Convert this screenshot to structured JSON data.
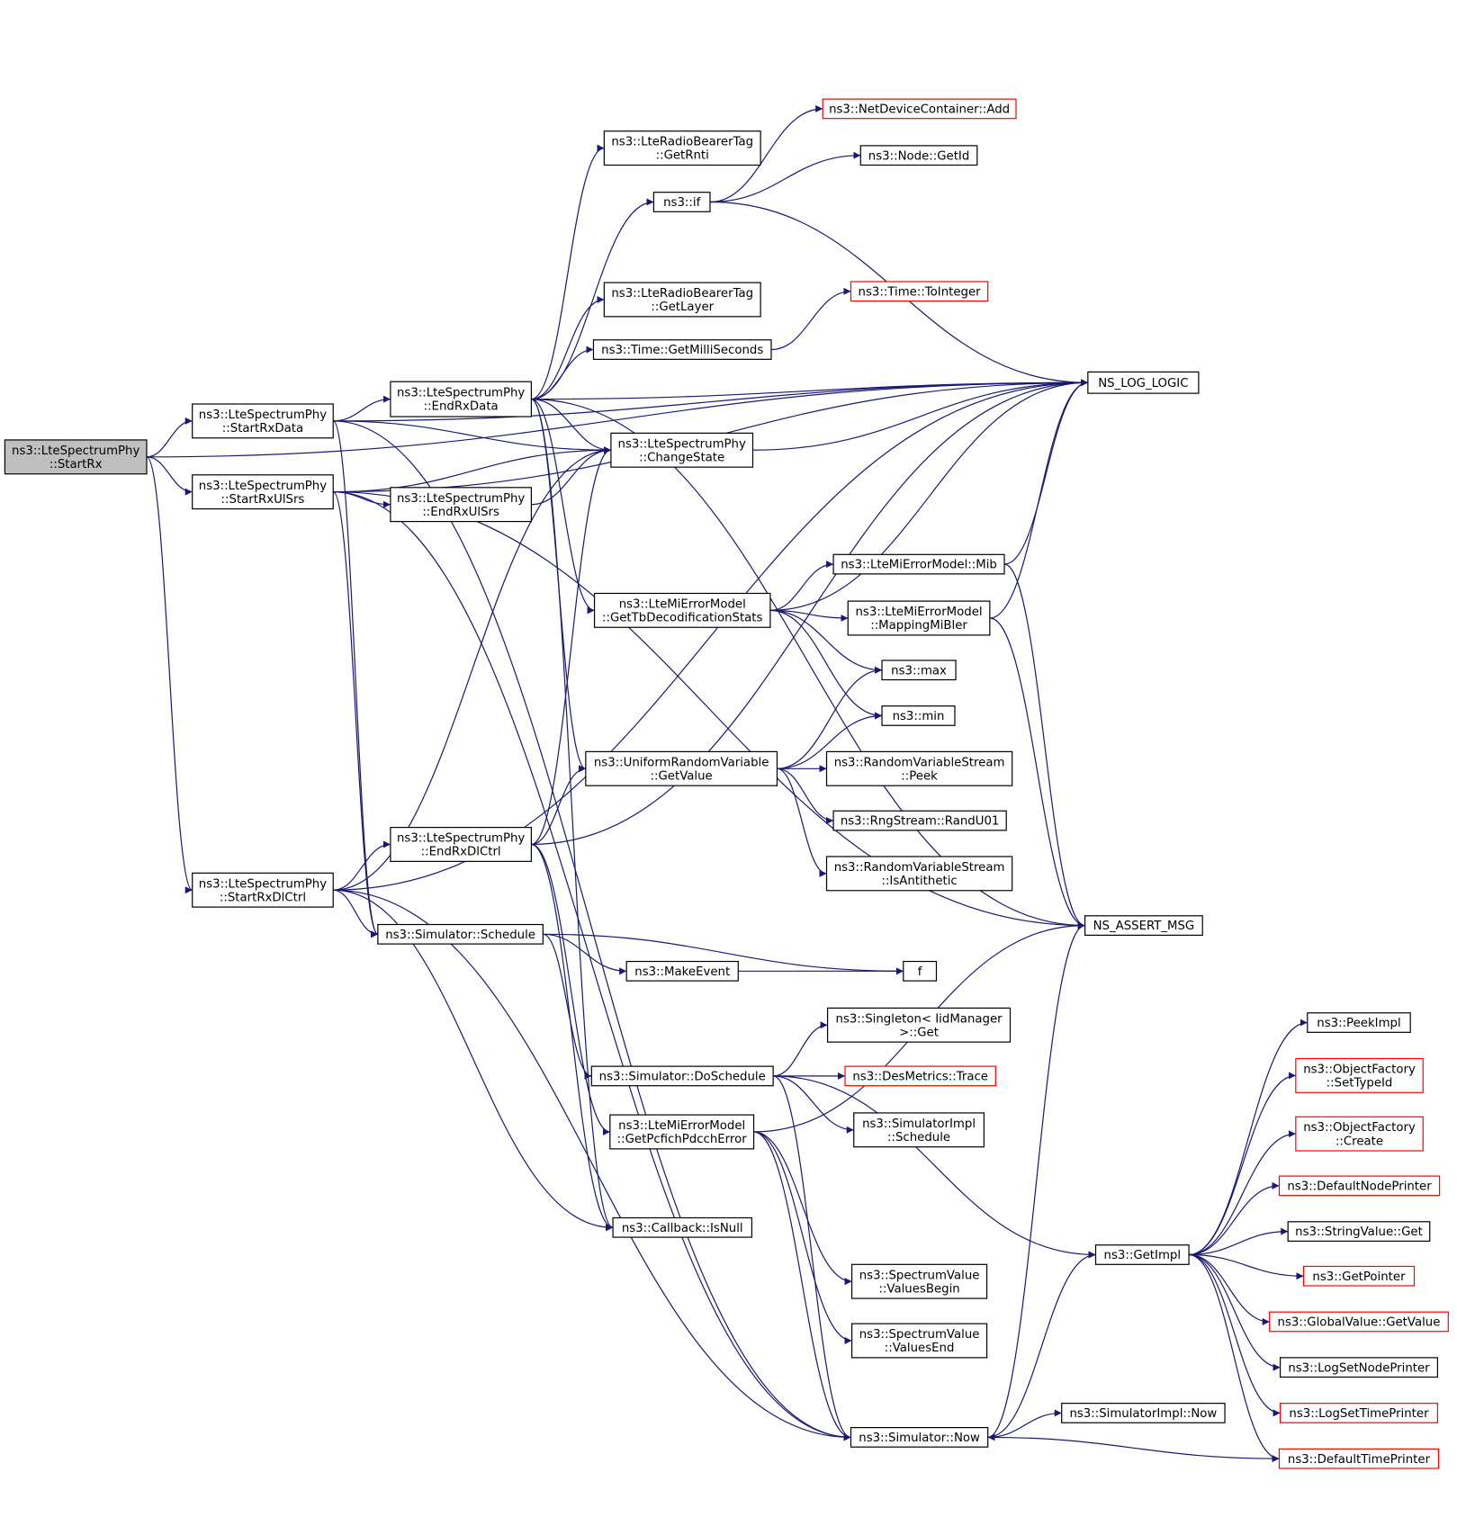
{
  "colors": {
    "edge": "#191970",
    "node_fill": "#ffffff",
    "root_fill": "#bfbfbf",
    "node_border": "#000000",
    "linked_border": "#ff0000"
  },
  "root": "StartRx",
  "nodes": [
    {
      "id": "StartRx",
      "lines": [
        "ns3::LteSpectrumPhy",
        "::StartRx"
      ]
    },
    {
      "id": "StartRxData",
      "lines": [
        "ns3::LteSpectrumPhy",
        "::StartRxData"
      ]
    },
    {
      "id": "StartRxUlSrs",
      "lines": [
        "ns3::LteSpectrumPhy",
        "::StartRxUlSrs"
      ]
    },
    {
      "id": "StartRxDlCtrl",
      "lines": [
        "ns3::LteSpectrumPhy",
        "::StartRxDlCtrl"
      ]
    },
    {
      "id": "EndRxData",
      "lines": [
        "ns3::LteSpectrumPhy",
        "::EndRxData"
      ]
    },
    {
      "id": "EndRxUlSrs",
      "lines": [
        "ns3::LteSpectrumPhy",
        "::EndRxUlSrs"
      ]
    },
    {
      "id": "EndRxDlCtrl",
      "lines": [
        "ns3::LteSpectrumPhy",
        "::EndRxDlCtrl"
      ]
    },
    {
      "id": "SimSchedule",
      "lines": [
        "ns3::Simulator::Schedule"
      ]
    },
    {
      "id": "GetRnti",
      "lines": [
        "ns3::LteRadioBearerTag",
        "::GetRnti"
      ]
    },
    {
      "id": "If",
      "lines": [
        "ns3::if"
      ]
    },
    {
      "id": "GetLayer",
      "lines": [
        "ns3::LteRadioBearerTag",
        "::GetLayer"
      ]
    },
    {
      "id": "GetMilliSeconds",
      "lines": [
        "ns3::Time::GetMilliSeconds"
      ]
    },
    {
      "id": "ChangeState",
      "lines": [
        "ns3::LteSpectrumPhy",
        "::ChangeState"
      ]
    },
    {
      "id": "GetTbStats",
      "lines": [
        "ns3::LteMiErrorModel",
        "::GetTbDecodificationStats"
      ]
    },
    {
      "id": "UniformGetValue",
      "lines": [
        "ns3::UniformRandomVariable",
        "::GetValue"
      ]
    },
    {
      "id": "MakeEvent",
      "lines": [
        "ns3::MakeEvent"
      ]
    },
    {
      "id": "DoSchedule",
      "lines": [
        "ns3::Simulator::DoSchedule"
      ]
    },
    {
      "id": "GetPcfich",
      "lines": [
        "ns3::LteMiErrorModel",
        "::GetPcfichPdcchError"
      ]
    },
    {
      "id": "IsNull",
      "lines": [
        "ns3::Callback::IsNull"
      ]
    },
    {
      "id": "NetDevAdd",
      "lines": [
        "ns3::NetDeviceContainer::Add"
      ],
      "linked": true
    },
    {
      "id": "NodeGetId",
      "lines": [
        "ns3::Node::GetId"
      ]
    },
    {
      "id": "ToInteger",
      "lines": [
        "ns3::Time::ToInteger"
      ],
      "linked": true
    },
    {
      "id": "Mib",
      "lines": [
        "ns3::LteMiErrorModel::Mib"
      ]
    },
    {
      "id": "MappingMiBler",
      "lines": [
        "ns3::LteMiErrorModel",
        "::MappingMiBler"
      ]
    },
    {
      "id": "Max",
      "lines": [
        "ns3::max"
      ]
    },
    {
      "id": "Min",
      "lines": [
        "ns3::min"
      ]
    },
    {
      "id": "RvsPeek",
      "lines": [
        "ns3::RandomVariableStream",
        "::Peek"
      ]
    },
    {
      "id": "RandU01",
      "lines": [
        "ns3::RngStream::RandU01"
      ]
    },
    {
      "id": "IsAntithetic",
      "lines": [
        "ns3::RandomVariableStream",
        "::IsAntithetic"
      ]
    },
    {
      "id": "F",
      "lines": [
        "f"
      ]
    },
    {
      "id": "SingletonGet",
      "lines": [
        "ns3::Singleton< IidManager",
        " >::Get"
      ]
    },
    {
      "id": "DesTrace",
      "lines": [
        "ns3::DesMetrics::Trace"
      ],
      "linked": true
    },
    {
      "id": "ImplSchedule",
      "lines": [
        "ns3::SimulatorImpl",
        "::Schedule"
      ]
    },
    {
      "id": "ValuesBegin",
      "lines": [
        "ns3::SpectrumValue",
        "::ValuesBegin"
      ]
    },
    {
      "id": "ValuesEnd",
      "lines": [
        "ns3::SpectrumValue",
        "::ValuesEnd"
      ]
    },
    {
      "id": "SimNow",
      "lines": [
        "ns3::Simulator::Now"
      ]
    },
    {
      "id": "NsLogLogic",
      "lines": [
        "NS_LOG_LOGIC"
      ]
    },
    {
      "id": "NsAssertMsg",
      "lines": [
        "NS_ASSERT_MSG"
      ]
    },
    {
      "id": "GetImpl",
      "lines": [
        "ns3::GetImpl"
      ]
    },
    {
      "id": "ImplNow",
      "lines": [
        "ns3::SimulatorImpl::Now"
      ]
    },
    {
      "id": "PeekImpl",
      "lines": [
        "ns3::PeekImpl"
      ]
    },
    {
      "id": "OfSetTypeId",
      "lines": [
        "ns3::ObjectFactory",
        "::SetTypeId"
      ],
      "linked": true
    },
    {
      "id": "OfCreate",
      "lines": [
        "ns3::ObjectFactory",
        "::Create"
      ],
      "linked": true
    },
    {
      "id": "DefNodePrinter",
      "lines": [
        "ns3::DefaultNodePrinter"
      ],
      "linked": true
    },
    {
      "id": "StringValueGet",
      "lines": [
        "ns3::StringValue::Get"
      ]
    },
    {
      "id": "GetPointer",
      "lines": [
        "ns3::GetPointer"
      ],
      "linked": true
    },
    {
      "id": "GlobalGetValue",
      "lines": [
        "ns3::GlobalValue::GetValue"
      ],
      "linked": true
    },
    {
      "id": "LogSetNodePrinter",
      "lines": [
        "ns3::LogSetNodePrinter"
      ]
    },
    {
      "id": "LogSetTimePrinter",
      "lines": [
        "ns3::LogSetTimePrinter"
      ],
      "linked": true
    },
    {
      "id": "DefTimePrinter",
      "lines": [
        "ns3::DefaultTimePrinter"
      ],
      "linked": true
    }
  ],
  "edges": [
    [
      "StartRx",
      "StartRxData"
    ],
    [
      "StartRx",
      "StartRxUlSrs"
    ],
    [
      "StartRx",
      "StartRxDlCtrl"
    ],
    [
      "StartRx",
      "NsLogLogic"
    ],
    [
      "StartRxData",
      "EndRxData"
    ],
    [
      "StartRxData",
      "NsLogLogic"
    ],
    [
      "StartRxData",
      "ChangeState"
    ],
    [
      "StartRxData",
      "SimSchedule"
    ],
    [
      "StartRxData",
      "SimNow"
    ],
    [
      "StartRxUlSrs",
      "EndRxUlSrs"
    ],
    [
      "StartRxUlSrs",
      "ChangeState"
    ],
    [
      "StartRxUlSrs",
      "NsLogLogic"
    ],
    [
      "StartRxUlSrs",
      "SimSchedule"
    ],
    [
      "StartRxUlSrs",
      "SimNow"
    ],
    [
      "StartRxUlSrs",
      "NsAssertMsg"
    ],
    [
      "StartRxDlCtrl",
      "EndRxDlCtrl"
    ],
    [
      "StartRxDlCtrl",
      "SimSchedule"
    ],
    [
      "StartRxDlCtrl",
      "IsNull"
    ],
    [
      "StartRxDlCtrl",
      "SimNow"
    ],
    [
      "StartRxDlCtrl",
      "ChangeState"
    ],
    [
      "StartRxDlCtrl",
      "NsLogLogic"
    ],
    [
      "EndRxData",
      "GetRnti"
    ],
    [
      "EndRxData",
      "If"
    ],
    [
      "EndRxData",
      "GetLayer"
    ],
    [
      "EndRxData",
      "GetMilliSeconds"
    ],
    [
      "EndRxData",
      "NsLogLogic"
    ],
    [
      "EndRxData",
      "ChangeState"
    ],
    [
      "EndRxData",
      "GetTbStats"
    ],
    [
      "EndRxData",
      "UniformGetValue"
    ],
    [
      "EndRxData",
      "NsAssertMsg"
    ],
    [
      "EndRxData",
      "IsNull"
    ],
    [
      "EndRxUlSrs",
      "ChangeState"
    ],
    [
      "EndRxDlCtrl",
      "UniformGetValue"
    ],
    [
      "EndRxDlCtrl",
      "ChangeState"
    ],
    [
      "EndRxDlCtrl",
      "NsLogLogic"
    ],
    [
      "EndRxDlCtrl",
      "GetPcfich"
    ],
    [
      "EndRxDlCtrl",
      "IsNull"
    ],
    [
      "SimSchedule",
      "MakeEvent"
    ],
    [
      "SimSchedule",
      "F"
    ],
    [
      "SimSchedule",
      "DoSchedule"
    ],
    [
      "If",
      "NetDevAdd"
    ],
    [
      "If",
      "NodeGetId"
    ],
    [
      "If",
      "NsLogLogic"
    ],
    [
      "GetMilliSeconds",
      "ToInteger"
    ],
    [
      "ChangeState",
      "NsLogLogic"
    ],
    [
      "GetTbStats",
      "Mib"
    ],
    [
      "GetTbStats",
      "MappingMiBler"
    ],
    [
      "GetTbStats",
      "Max"
    ],
    [
      "GetTbStats",
      "Min"
    ],
    [
      "GetTbStats",
      "NsLogLogic"
    ],
    [
      "Mib",
      "NsLogLogic"
    ],
    [
      "Mib",
      "NsAssertMsg"
    ],
    [
      "MappingMiBler",
      "NsLogLogic"
    ],
    [
      "MappingMiBler",
      "NsAssertMsg"
    ],
    [
      "UniformGetValue",
      "Max"
    ],
    [
      "UniformGetValue",
      "Min"
    ],
    [
      "UniformGetValue",
      "RvsPeek"
    ],
    [
      "UniformGetValue",
      "RandU01"
    ],
    [
      "UniformGetValue",
      "IsAntithetic"
    ],
    [
      "MakeEvent",
      "F"
    ],
    [
      "DoSchedule",
      "SingletonGet"
    ],
    [
      "DoSchedule",
      "DesTrace"
    ],
    [
      "DoSchedule",
      "ImplSchedule"
    ],
    [
      "DoSchedule",
      "GetImpl"
    ],
    [
      "DoSchedule",
      "SimNow"
    ],
    [
      "GetPcfich",
      "ValuesBegin"
    ],
    [
      "GetPcfich",
      "ValuesEnd"
    ],
    [
      "GetPcfich",
      "NsAssertMsg"
    ],
    [
      "GetPcfich",
      "SimNow"
    ],
    [
      "SimNow",
      "ImplNow"
    ],
    [
      "SimNow",
      "GetImpl"
    ],
    [
      "SimNow",
      "NsAssertMsg"
    ],
    [
      "GetImpl",
      "PeekImpl"
    ],
    [
      "GetImpl",
      "OfSetTypeId"
    ],
    [
      "GetImpl",
      "OfCreate"
    ],
    [
      "GetImpl",
      "DefNodePrinter"
    ],
    [
      "GetImpl",
      "StringValueGet"
    ],
    [
      "GetImpl",
      "GetPointer"
    ],
    [
      "GetImpl",
      "GlobalGetValue"
    ],
    [
      "GetImpl",
      "LogSetNodePrinter"
    ],
    [
      "GetImpl",
      "LogSetTimePrinter"
    ],
    [
      "GetImpl",
      "DefTimePrinter"
    ],
    [
      "DefTimePrinter",
      "SimNow"
    ]
  ]
}
